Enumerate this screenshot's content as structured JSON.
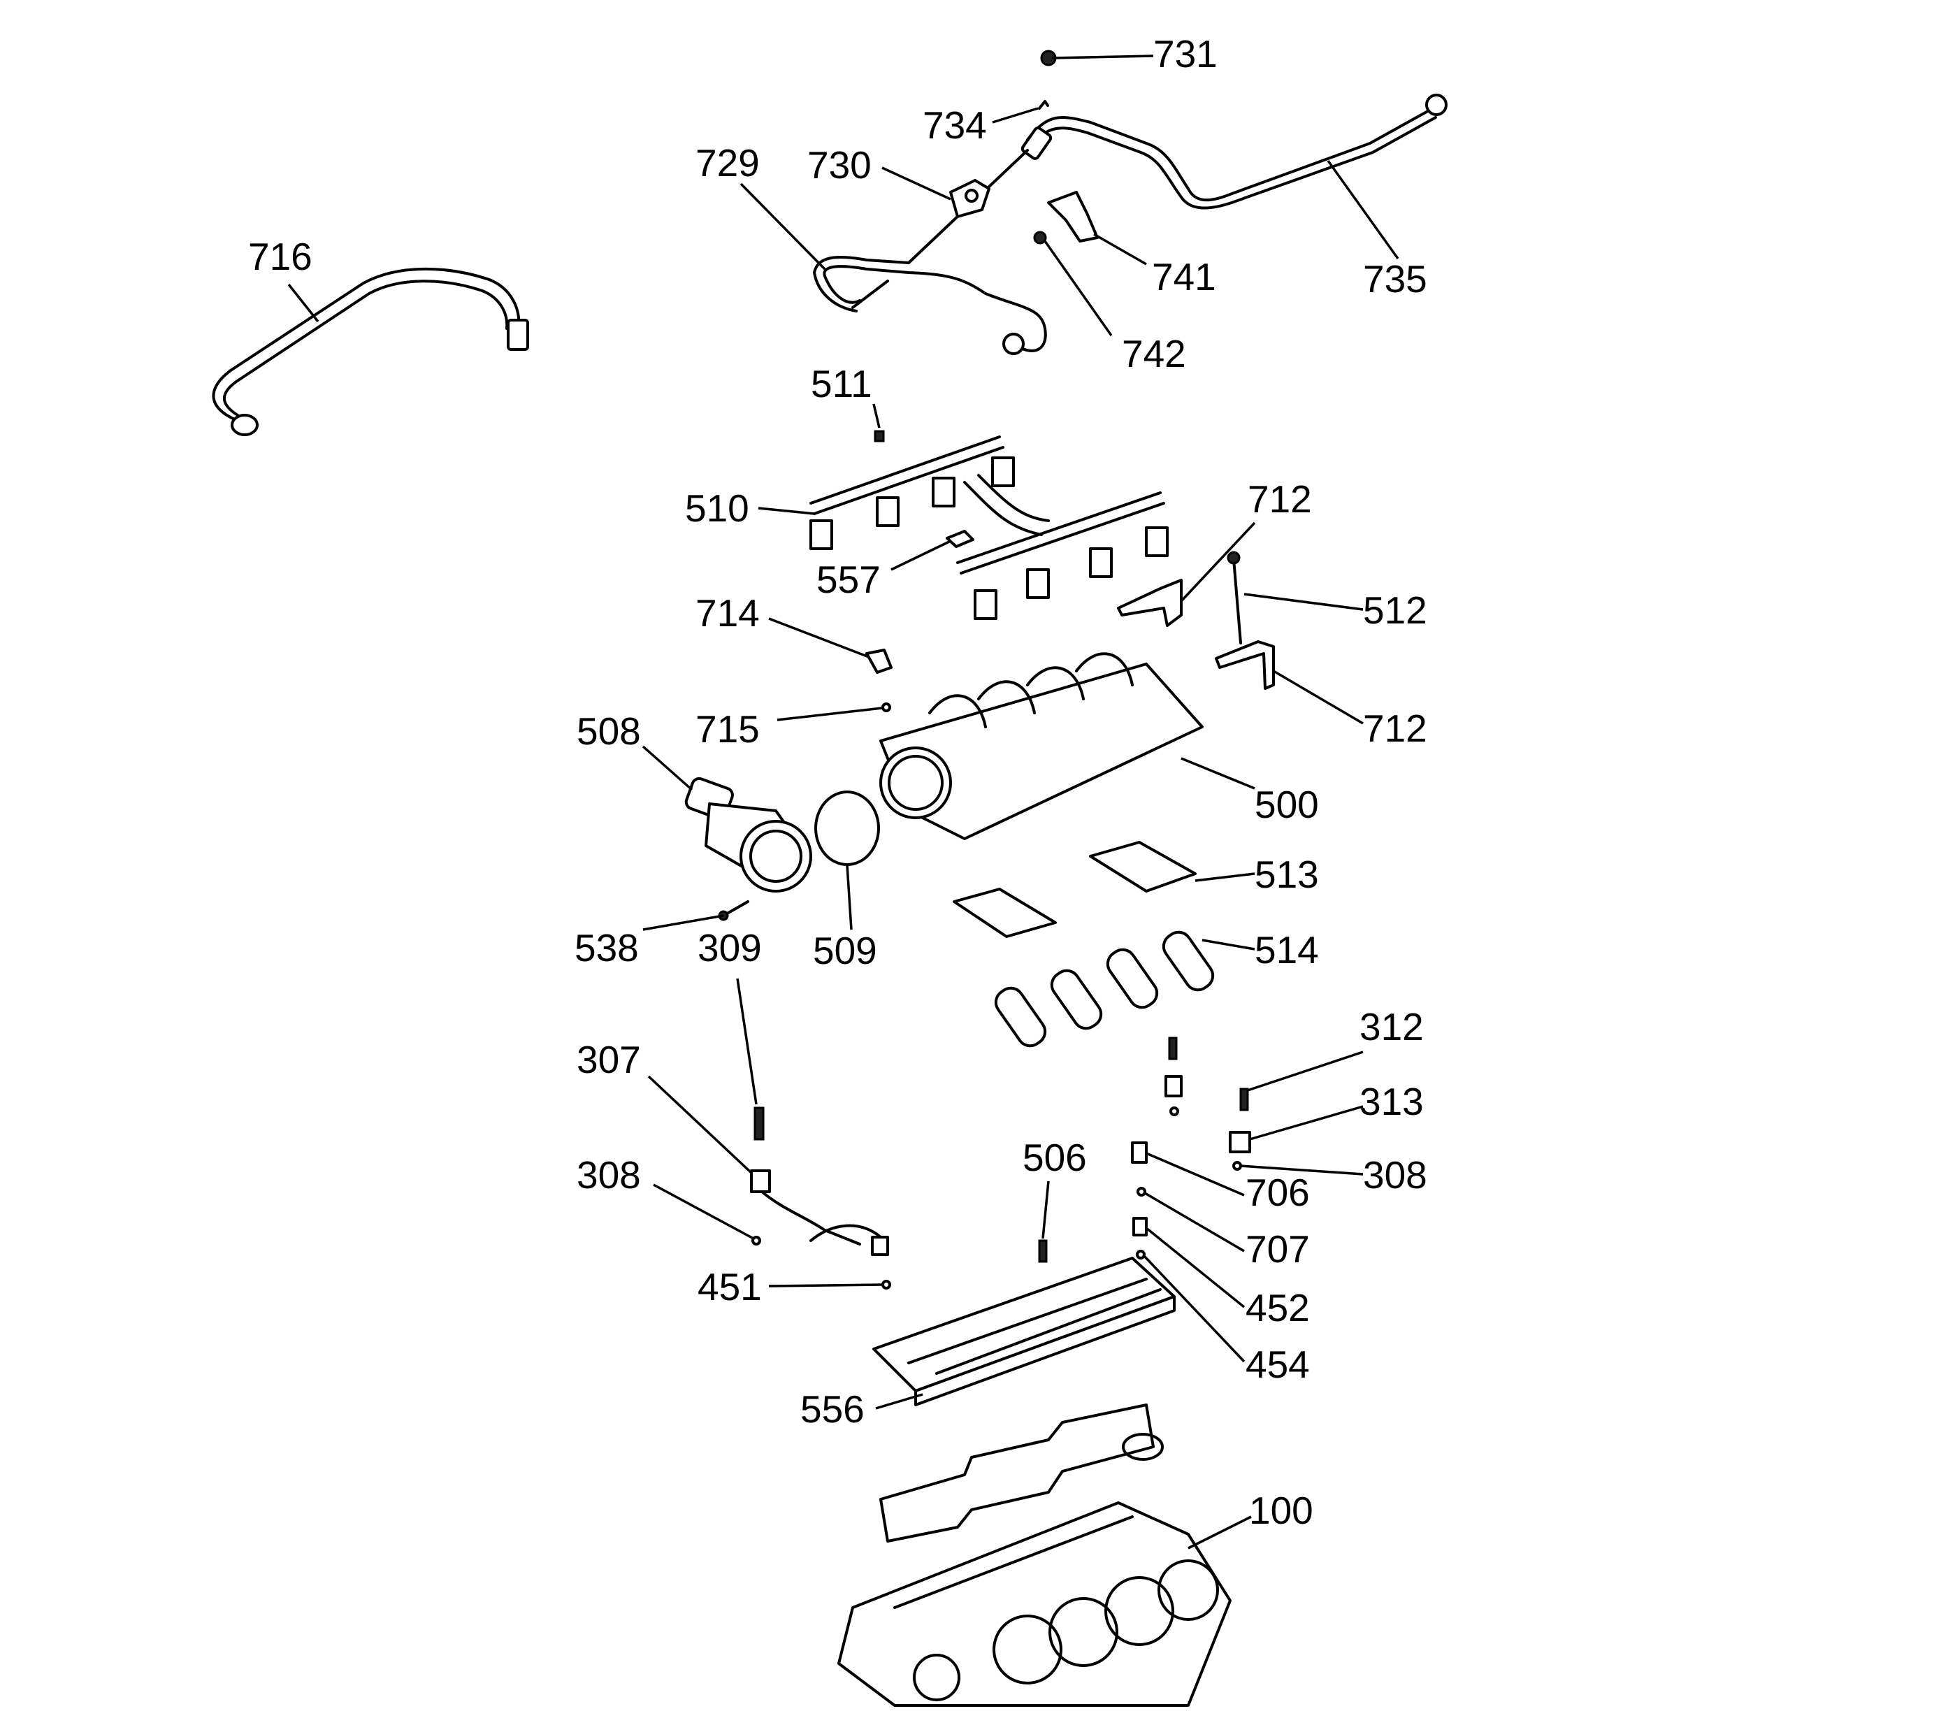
{
  "callouts": [
    {
      "id": "731",
      "label": "731"
    },
    {
      "id": "734",
      "label": "734"
    },
    {
      "id": "729",
      "label": "729"
    },
    {
      "id": "730",
      "label": "730"
    },
    {
      "id": "716",
      "label": "716"
    },
    {
      "id": "741",
      "label": "741"
    },
    {
      "id": "735",
      "label": "735"
    },
    {
      "id": "742",
      "label": "742"
    },
    {
      "id": "511",
      "label": "511"
    },
    {
      "id": "510",
      "label": "510"
    },
    {
      "id": "712a",
      "label": "712"
    },
    {
      "id": "557",
      "label": "557"
    },
    {
      "id": "512",
      "label": "512"
    },
    {
      "id": "714",
      "label": "714"
    },
    {
      "id": "712b",
      "label": "712"
    },
    {
      "id": "715",
      "label": "715"
    },
    {
      "id": "508",
      "label": "508"
    },
    {
      "id": "500",
      "label": "500"
    },
    {
      "id": "513",
      "label": "513"
    },
    {
      "id": "538",
      "label": "538"
    },
    {
      "id": "309",
      "label": "309"
    },
    {
      "id": "509",
      "label": "509"
    },
    {
      "id": "514",
      "label": "514"
    },
    {
      "id": "312",
      "label": "312"
    },
    {
      "id": "307",
      "label": "307"
    },
    {
      "id": "313",
      "label": "313"
    },
    {
      "id": "506",
      "label": "506"
    },
    {
      "id": "308a",
      "label": "308"
    },
    {
      "id": "308b",
      "label": "308"
    },
    {
      "id": "706",
      "label": "706"
    },
    {
      "id": "707",
      "label": "707"
    },
    {
      "id": "451",
      "label": "451"
    },
    {
      "id": "452",
      "label": "452"
    },
    {
      "id": "454",
      "label": "454"
    },
    {
      "id": "556",
      "label": "556"
    },
    {
      "id": "100",
      "label": "100"
    }
  ]
}
